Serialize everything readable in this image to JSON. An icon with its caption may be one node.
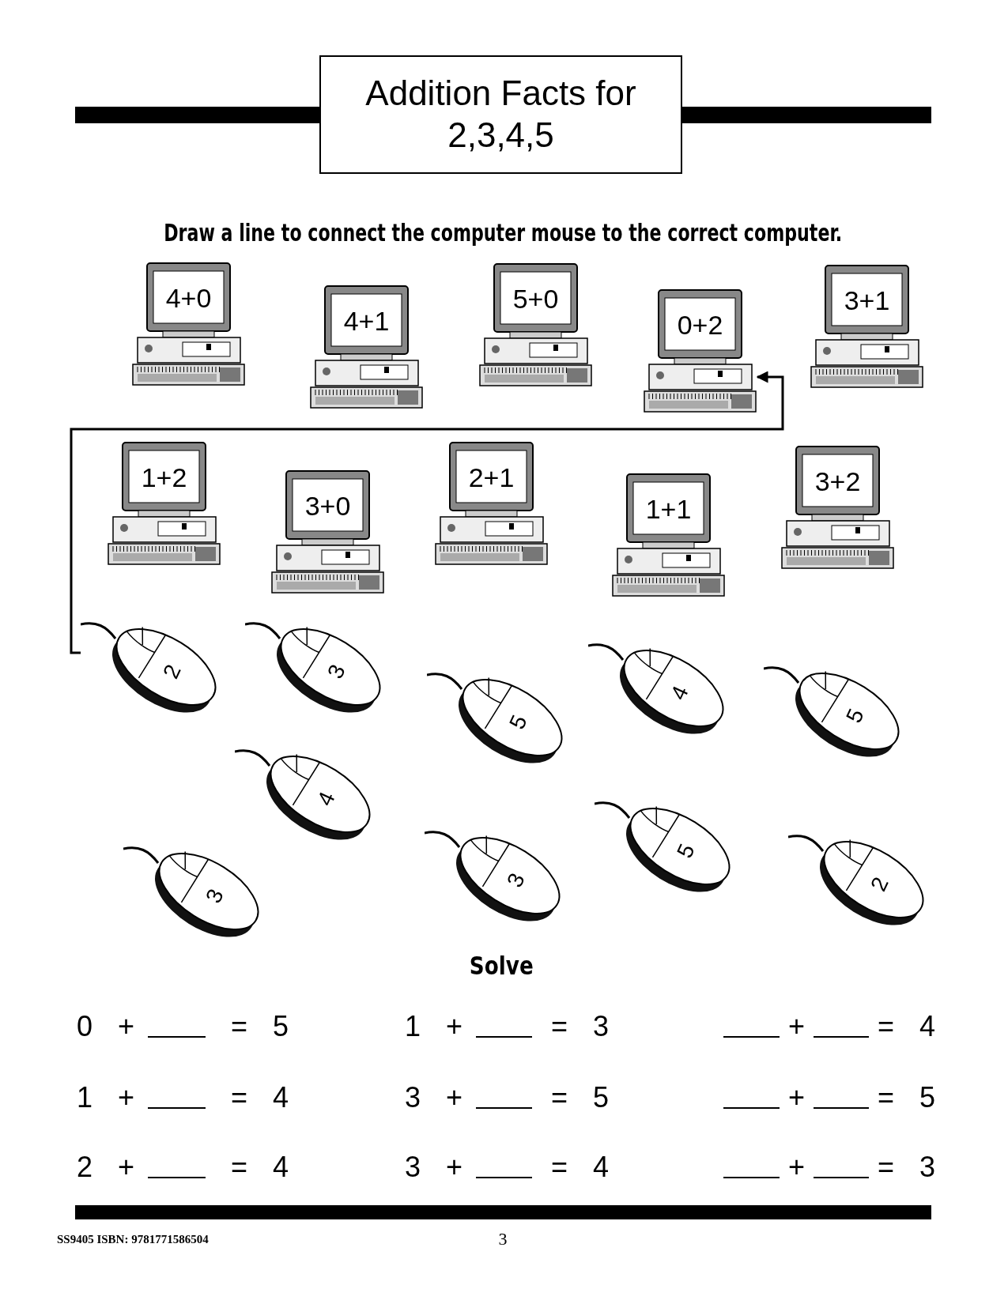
{
  "diagram": {
    "title": "Addition Facts for 2,3,4,5",
    "nodes": [
      {
        "text": [
          "4+0"
        ]
      },
      {
        "text": [
          "4+1"
        ]
      },
      {
        "text": [
          "5+0"
        ]
      },
      {
        "text": [
          "0+2"
        ]
      },
      {
        "text": [
          "3+1"
        ]
      },
      {
        "text": [
          "1+2"
        ]
      },
      {
        "text": [
          "3+0"
        ]
      },
      {
        "text": [
          "2+1"
        ]
      },
      {
        "text": [
          "1+1"
        ]
      },
      {
        "text": [
          "3+2"
        ]
      },
      {
        "text": [
          "2"
        ]
      },
      {
        "text": [
          "3"
        ]
      },
      {
        "text": [
          "5"
        ]
      },
      {
        "text": [
          "4"
        ]
      },
      {
        "text": [
          "5"
        ]
      },
      {
        "text": [
          "4"
        ]
      },
      {
        "text": [
          "3"
        ]
      },
      {
        "text": [
          "3"
        ]
      },
      {
        "text": [
          "5"
        ]
      },
      {
        "text": [
          "2"
        ]
      },
      {
        "text": [],
        "shape": "bar"
      },
      {
        "text": [],
        "shape": "bar"
      },
      {
        "text": [],
        "shape": "bar"
      }
    ],
    "edges": [
      {
        "from": 10,
        "to": 3,
        "arrow": "to"
      }
    ],
    "labels": [
      "Draw a line to connect the computer mouse to the correct computer.",
      "Solve",
      "0 +",
      "= 5",
      "1 +",
      "= 3",
      "+",
      "= 4",
      "1 +",
      "= 4",
      "3 +",
      "= 5",
      "+",
      "= 5",
      "2 +",
      "= 4",
      "3 +",
      "= 4",
      "+",
      "= 3",
      "SS9405 ISBN: 9781771586504",
      "3"
    ]
  }
}
